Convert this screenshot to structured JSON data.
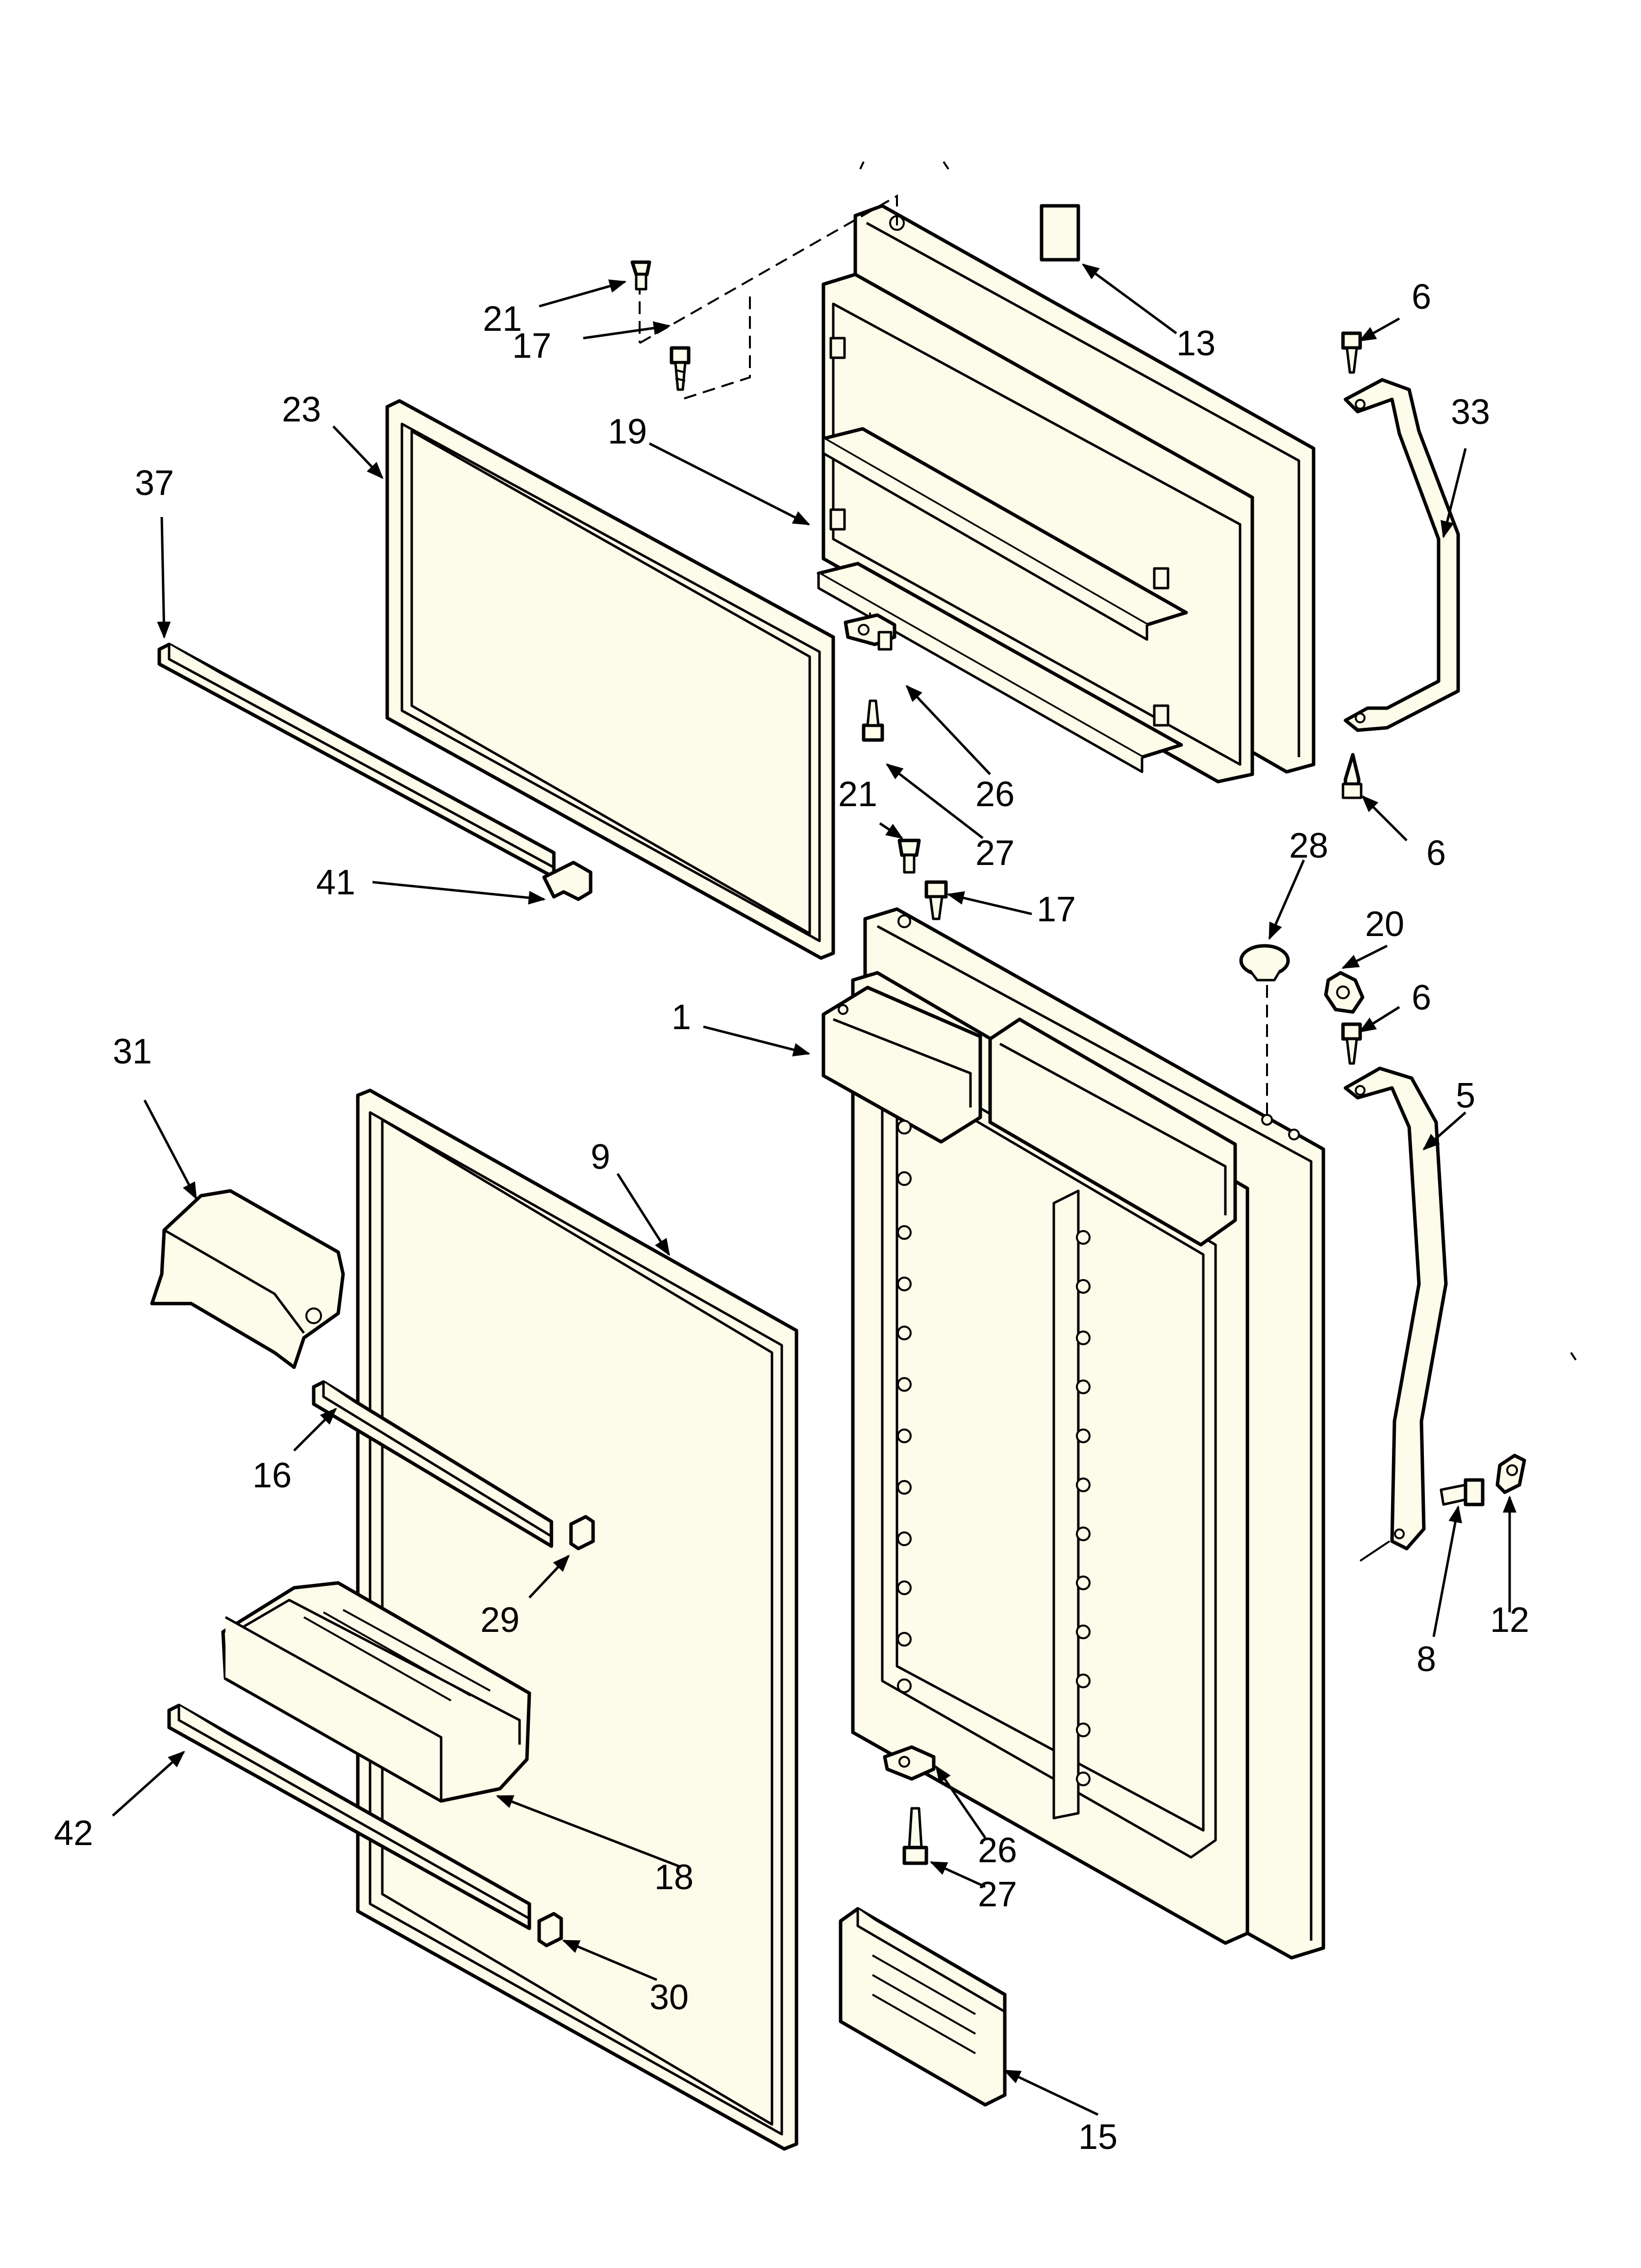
{
  "diagram": {
    "callouts": [
      {
        "id": "c1",
        "text": "1"
      },
      {
        "id": "c5",
        "text": "5"
      },
      {
        "id": "c6a",
        "text": "6"
      },
      {
        "id": "c6b",
        "text": "6"
      },
      {
        "id": "c6c",
        "text": "6"
      },
      {
        "id": "c8",
        "text": "8"
      },
      {
        "id": "c9",
        "text": "9"
      },
      {
        "id": "c12",
        "text": "12"
      },
      {
        "id": "c13",
        "text": "13"
      },
      {
        "id": "c15",
        "text": "15"
      },
      {
        "id": "c16",
        "text": "16"
      },
      {
        "id": "c17a",
        "text": "17"
      },
      {
        "id": "c17b",
        "text": "17"
      },
      {
        "id": "c18",
        "text": "18"
      },
      {
        "id": "c19",
        "text": "19"
      },
      {
        "id": "c20",
        "text": "20"
      },
      {
        "id": "c21a",
        "text": "21"
      },
      {
        "id": "c21b",
        "text": "21"
      },
      {
        "id": "c23",
        "text": "23"
      },
      {
        "id": "c26a",
        "text": "26"
      },
      {
        "id": "c26b",
        "text": "26"
      },
      {
        "id": "c27a",
        "text": "27"
      },
      {
        "id": "c27b",
        "text": "27"
      },
      {
        "id": "c28",
        "text": "28"
      },
      {
        "id": "c29",
        "text": "29"
      },
      {
        "id": "c30",
        "text": "30"
      },
      {
        "id": "c31",
        "text": "31"
      },
      {
        "id": "c33",
        "text": "33"
      },
      {
        "id": "c37",
        "text": "37"
      },
      {
        "id": "c41",
        "text": "41"
      },
      {
        "id": "c42",
        "text": "42"
      }
    ]
  }
}
